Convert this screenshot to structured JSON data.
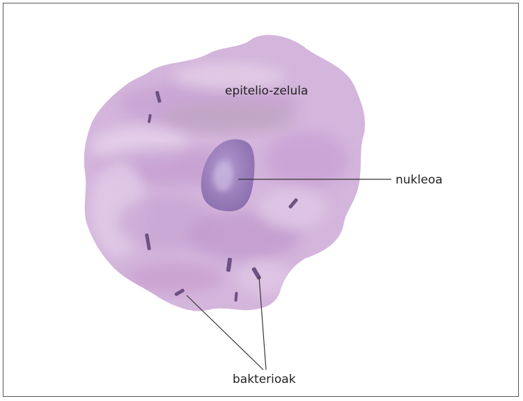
{
  "labels": {
    "cell": "epitelio-zelula",
    "nucleus": "nukleoa",
    "bacteria": "bakterioak"
  },
  "colors": {
    "cell_fill": "#d3b3db",
    "cell_shade": "#b98fc6",
    "cell_highlight": "#e6d2ea",
    "nucleus_fill": "#9a80bb",
    "nucleus_center": "#c8b4dd",
    "bacteria": "#6d5183",
    "leader_line": "#333333",
    "border": "#555555"
  },
  "icons": {
    "cell": "epithelial-cell-illustration",
    "bacteria": "rod-bacterium-icon"
  }
}
